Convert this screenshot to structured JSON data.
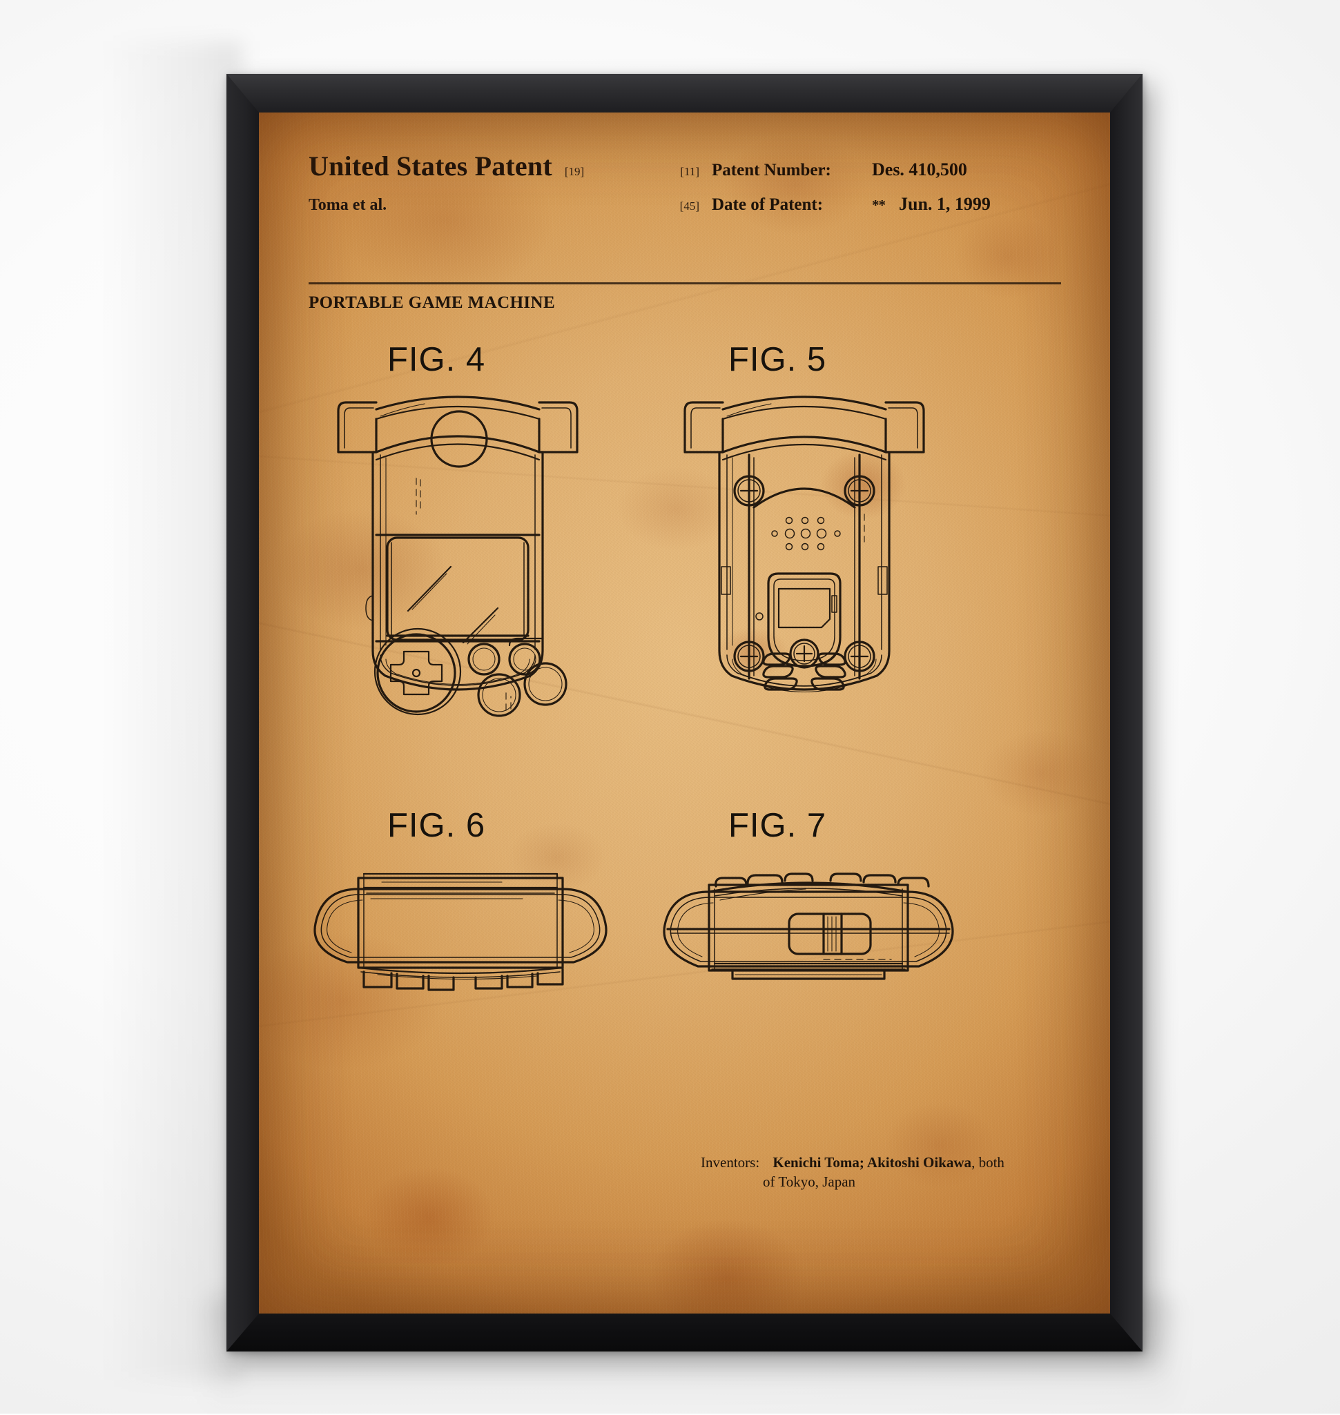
{
  "artwork": {
    "kind": "framed-patent-print",
    "frame_color": "#1c1c1e",
    "paper_color": "#e0b071",
    "ink_color": "#241a10",
    "wall_color": "#f2f2f2"
  },
  "header": {
    "office": "United States Patent",
    "office_bracket": "[19]",
    "applicant": "Toma et al.",
    "patent_number_bracket": "[11]",
    "patent_number_label": "Patent Number:",
    "patent_number_value": "Des. 410,500",
    "date_bracket": "[45]",
    "date_label": "Date of Patent:",
    "date_stars": "**",
    "date_value": "Jun. 1, 1999"
  },
  "invention_title": "PORTABLE GAME MACHINE",
  "figures": [
    {
      "id": "fig4",
      "label": "FIG. 4",
      "view": "front-elevation",
      "features": [
        "speaker-grille-circle",
        "lcd-screen",
        "d-pad",
        "two-small-round-buttons",
        "two-large-round-buttons"
      ]
    },
    {
      "id": "fig5",
      "label": "FIG. 5",
      "view": "rear-elevation",
      "features": [
        "four-corner-screws",
        "center-screw",
        "speaker-hole-array",
        "battery-cover",
        "label-recess",
        "vent-ribs"
      ]
    },
    {
      "id": "fig6",
      "label": "FIG. 6",
      "view": "top-plan",
      "features": [
        "shoulder-tabs",
        "rounded-ends"
      ]
    },
    {
      "id": "fig7",
      "label": "FIG. 7",
      "view": "bottom-plan",
      "features": [
        "cartridge-slot-tabs",
        "center-connector-block",
        "parting-line"
      ]
    }
  ],
  "inventors": {
    "label": "Inventors:",
    "names": "Kenichi Toma; Akitoshi Oikawa",
    "suffix": ", both",
    "line2": "of Tokyo, Japan"
  }
}
